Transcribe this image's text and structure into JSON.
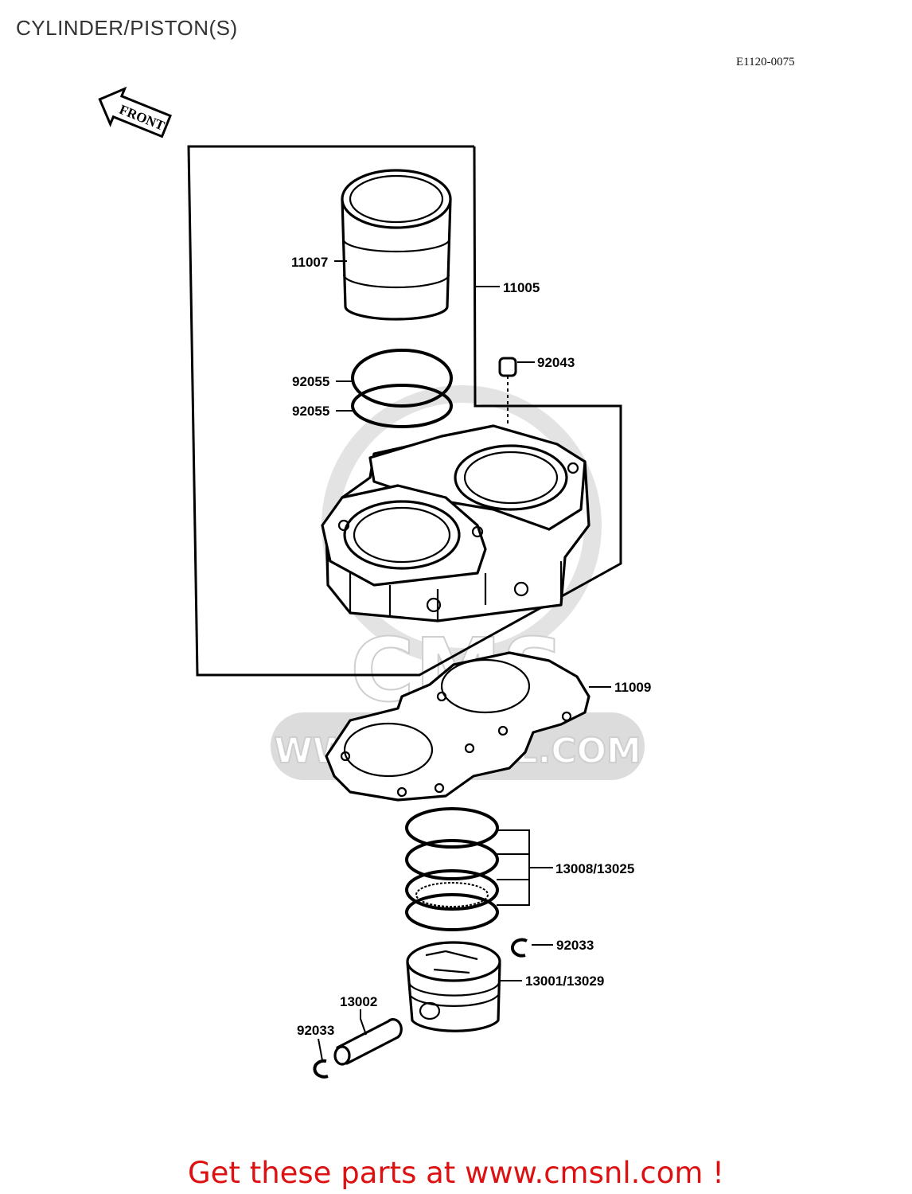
{
  "page_title": "CYLINDER/PISTON(S)",
  "diagram_code": "E1120-0075",
  "front_label": "FRONT",
  "watermark": {
    "brand": "CMS",
    "url": "WWW.CMSNL.COM"
  },
  "promo_text": "Get these parts at www.cmsnl.com !",
  "parts": [
    {
      "id": "11007"
    },
    {
      "id": "11005"
    },
    {
      "id": "92043"
    },
    {
      "id": "92055"
    },
    {
      "id": "92055"
    },
    {
      "id": "11009"
    },
    {
      "id": "13008/13025"
    },
    {
      "id": "92033"
    },
    {
      "id": "13001/13029"
    },
    {
      "id": "13002"
    },
    {
      "id": "92033"
    }
  ]
}
